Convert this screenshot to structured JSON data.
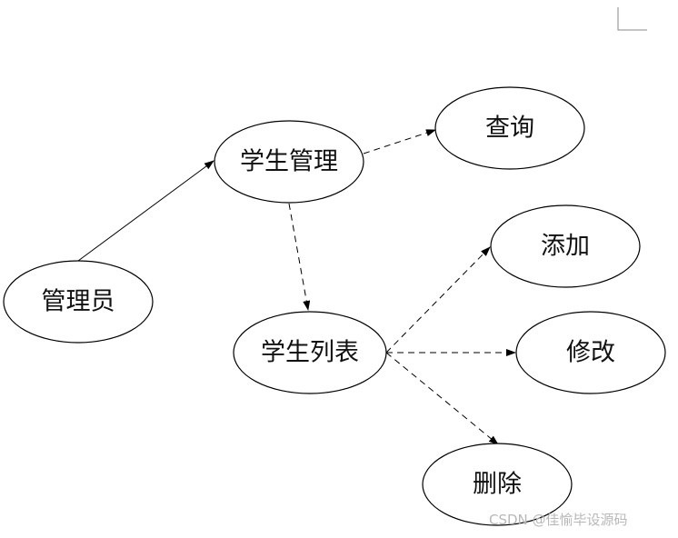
{
  "nodes": {
    "admin": "管理员",
    "student_mgmt": "学生管理",
    "query": "查询",
    "student_list": "学生列表",
    "add": "添加",
    "edit": "修改",
    "delete": "删除"
  },
  "edges": [
    {
      "from": "admin",
      "to": "student_mgmt",
      "style": "solid"
    },
    {
      "from": "student_mgmt",
      "to": "query",
      "style": "dashed"
    },
    {
      "from": "student_mgmt",
      "to": "student_list",
      "style": "dashed"
    },
    {
      "from": "student_list",
      "to": "add",
      "style": "dashed"
    },
    {
      "from": "student_list",
      "to": "edit",
      "style": "dashed"
    },
    {
      "from": "student_list",
      "to": "delete",
      "style": "dashed"
    }
  ],
  "watermark": "CSDN @佳愉毕设源码"
}
